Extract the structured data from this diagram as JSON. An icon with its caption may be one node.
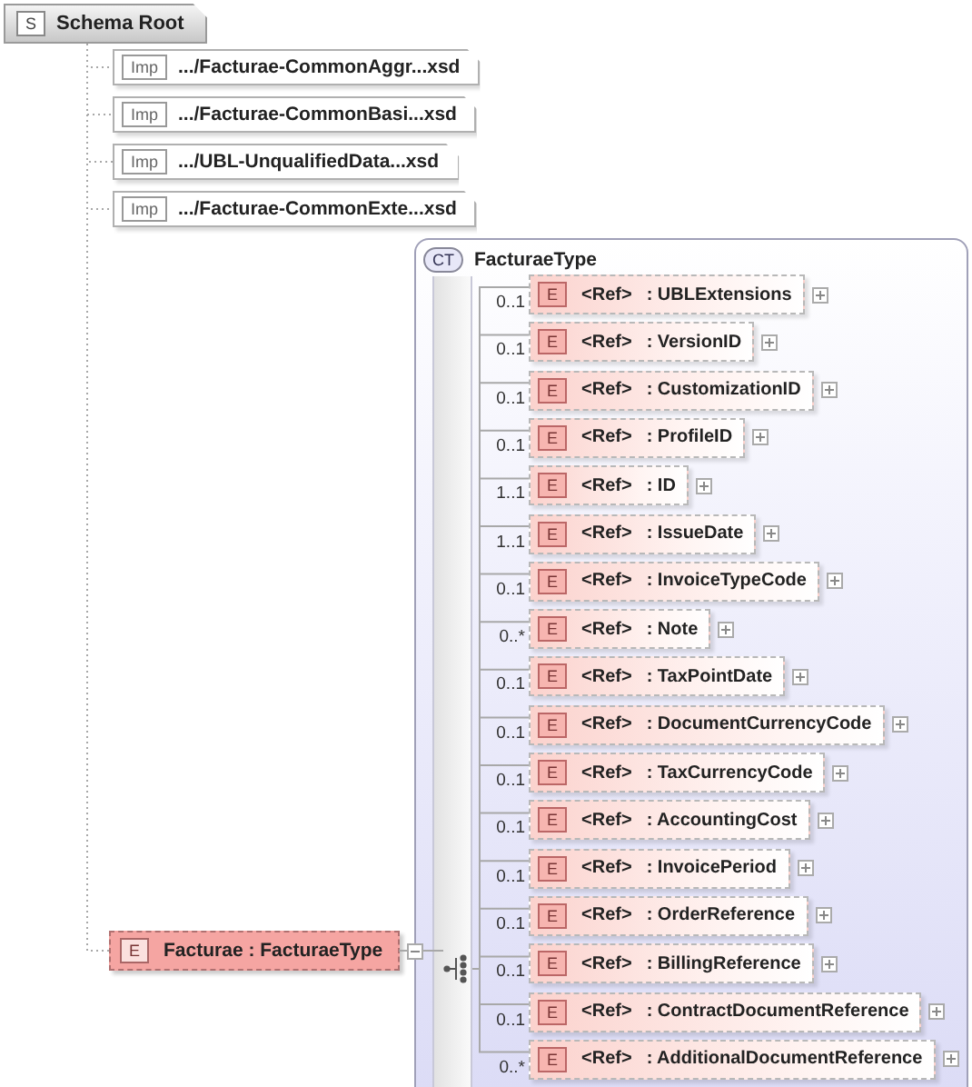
{
  "diagram": {
    "nodes": [
      {
        "text": [
          "S",
          "Schema Root"
        ]
      },
      {
        "text": [
          "Imp",
          ".../Facturae-CommonAggr...xsd"
        ]
      },
      {
        "text": [
          "Imp",
          ".../Facturae-CommonBasi...xsd"
        ]
      },
      {
        "text": [
          "Imp",
          ".../UBL-UnqualifiedData...xsd"
        ]
      },
      {
        "text": [
          "Imp",
          ".../Facturae-CommonExte...xsd"
        ]
      },
      {
        "text": [
          "E",
          "Facturae : FacturaeType"
        ]
      },
      {
        "text": [
          "CT",
          "FacturaeType"
        ]
      },
      {
        "text": [],
        "shape": "sequence",
        "in": 6
      },
      {
        "text": [
          "E",
          "<Ref>",
          ": UBLExtensions"
        ],
        "beside": [
          "0..1"
        ],
        "in": 6
      },
      {
        "text": [
          "E",
          "<Ref>",
          ": VersionID"
        ],
        "beside": [
          "0..1"
        ],
        "in": 6
      },
      {
        "text": [
          "E",
          "<Ref>",
          ": CustomizationID"
        ],
        "beside": [
          "0..1"
        ],
        "in": 6
      },
      {
        "text": [
          "E",
          "<Ref>",
          ": ProfileID"
        ],
        "beside": [
          "0..1"
        ],
        "in": 6
      },
      {
        "text": [
          "E",
          "<Ref>",
          ": ID"
        ],
        "beside": [
          "1..1"
        ],
        "in": 6
      },
      {
        "text": [
          "E",
          "<Ref>",
          ": IssueDate"
        ],
        "beside": [
          "1..1"
        ],
        "in": 6
      },
      {
        "text": [
          "E",
          "<Ref>",
          ": InvoiceTypeCode"
        ],
        "beside": [
          "0..1"
        ],
        "in": 6
      },
      {
        "text": [
          "E",
          "<Ref>",
          ": Note"
        ],
        "beside": [
          "0..*"
        ],
        "in": 6
      },
      {
        "text": [
          "E",
          "<Ref>",
          ": TaxPointDate"
        ],
        "beside": [
          "0..1"
        ],
        "in": 6
      },
      {
        "text": [
          "E",
          "<Ref>",
          ": DocumentCurrencyCode"
        ],
        "beside": [
          "0..1"
        ],
        "in": 6
      },
      {
        "text": [
          "E",
          "<Ref>",
          ": TaxCurrencyCode"
        ],
        "beside": [
          "0..1"
        ],
        "in": 6
      },
      {
        "text": [
          "E",
          "<Ref>",
          ": AccountingCost"
        ],
        "beside": [
          "0..1"
        ],
        "in": 6
      },
      {
        "text": [
          "E",
          "<Ref>",
          ": InvoicePeriod"
        ],
        "beside": [
          "0..1"
        ],
        "in": 6
      },
      {
        "text": [
          "E",
          "<Ref>",
          ": OrderReference"
        ],
        "beside": [
          "0..1"
        ],
        "in": 6
      },
      {
        "text": [
          "E",
          "<Ref>",
          ": BillingReference"
        ],
        "beside": [
          "0..1"
        ],
        "in": 6
      },
      {
        "text": [
          "E",
          "<Ref>",
          ": ContractDocumentReference"
        ],
        "beside": [
          "0..1"
        ],
        "in": 6
      },
      {
        "text": [
          "E",
          "<Ref>",
          ": AdditionalDocumentReference"
        ],
        "beside": [
          "0..*"
        ],
        "in": 6
      }
    ],
    "edges": [
      {
        "from": 0,
        "to": 1,
        "arrow": "none",
        "style": "dashed"
      },
      {
        "from": 0,
        "to": 2,
        "arrow": "none",
        "style": "dashed"
      },
      {
        "from": 0,
        "to": 3,
        "arrow": "none",
        "style": "dashed"
      },
      {
        "from": 0,
        "to": 4,
        "arrow": "none",
        "style": "dashed"
      },
      {
        "from": 0,
        "to": 5,
        "arrow": "none",
        "style": "dashed"
      },
      {
        "from": 5,
        "to": 7,
        "arrow": "none"
      },
      {
        "from": 7,
        "to": 8,
        "arrow": "none"
      },
      {
        "from": 7,
        "to": 9,
        "arrow": "none"
      },
      {
        "from": 7,
        "to": 10,
        "arrow": "none"
      },
      {
        "from": 7,
        "to": 11,
        "arrow": "none"
      },
      {
        "from": 7,
        "to": 12,
        "arrow": "none"
      },
      {
        "from": 7,
        "to": 13,
        "arrow": "none"
      },
      {
        "from": 7,
        "to": 14,
        "arrow": "none"
      },
      {
        "from": 7,
        "to": 15,
        "arrow": "none"
      },
      {
        "from": 7,
        "to": 16,
        "arrow": "none"
      },
      {
        "from": 7,
        "to": 17,
        "arrow": "none"
      },
      {
        "from": 7,
        "to": 18,
        "arrow": "none"
      },
      {
        "from": 7,
        "to": 19,
        "arrow": "none"
      },
      {
        "from": 7,
        "to": 20,
        "arrow": "none"
      },
      {
        "from": 7,
        "to": 21,
        "arrow": "none"
      },
      {
        "from": 7,
        "to": 22,
        "arrow": "none"
      },
      {
        "from": 7,
        "to": 23,
        "arrow": "none"
      },
      {
        "from": 7,
        "to": 24,
        "arrow": "none"
      }
    ]
  }
}
